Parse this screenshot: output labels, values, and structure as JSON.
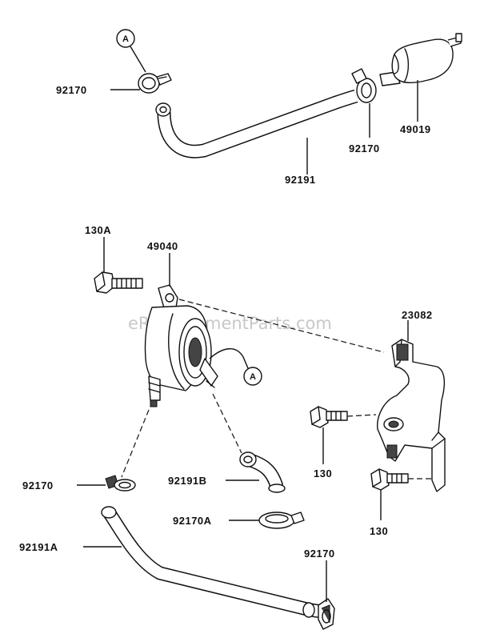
{
  "watermark": "eReplacementParts.com",
  "reference_marker": "A",
  "labels": {
    "clamp_top_left": "92170",
    "clamp_top_right": "92170",
    "hose_top": "92191",
    "fuel_filter": "49019",
    "bolt_130A": "130A",
    "fuel_pump": "49040",
    "bracket": "23082",
    "bolt_130_upper": "130",
    "bolt_130_lower": "130",
    "clamp_mid_left": "92170",
    "hose_92191B": "92191B",
    "clamp_92170A": "92170A",
    "hose_92191A": "92191A",
    "clamp_bottom_right": "92170"
  }
}
